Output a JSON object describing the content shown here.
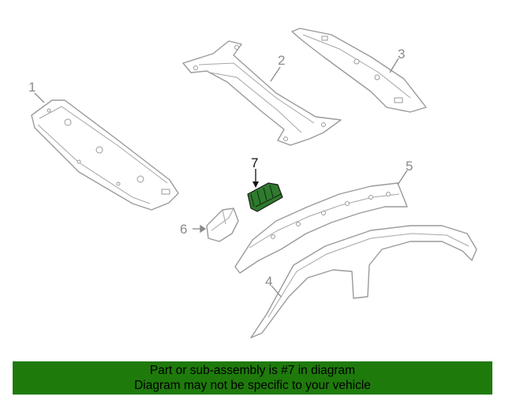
{
  "callouts": {
    "c1": "1",
    "c2": "2",
    "c3": "3",
    "c4": "4",
    "c5": "5",
    "c6": "6",
    "c7": "7"
  },
  "highlight_color": "#2f7a2f",
  "banner": {
    "color": "#1f7a0c",
    "line1": "Part or sub-assembly is #7 in diagram",
    "line2": "Diagram may not be specific to your vehicle"
  }
}
